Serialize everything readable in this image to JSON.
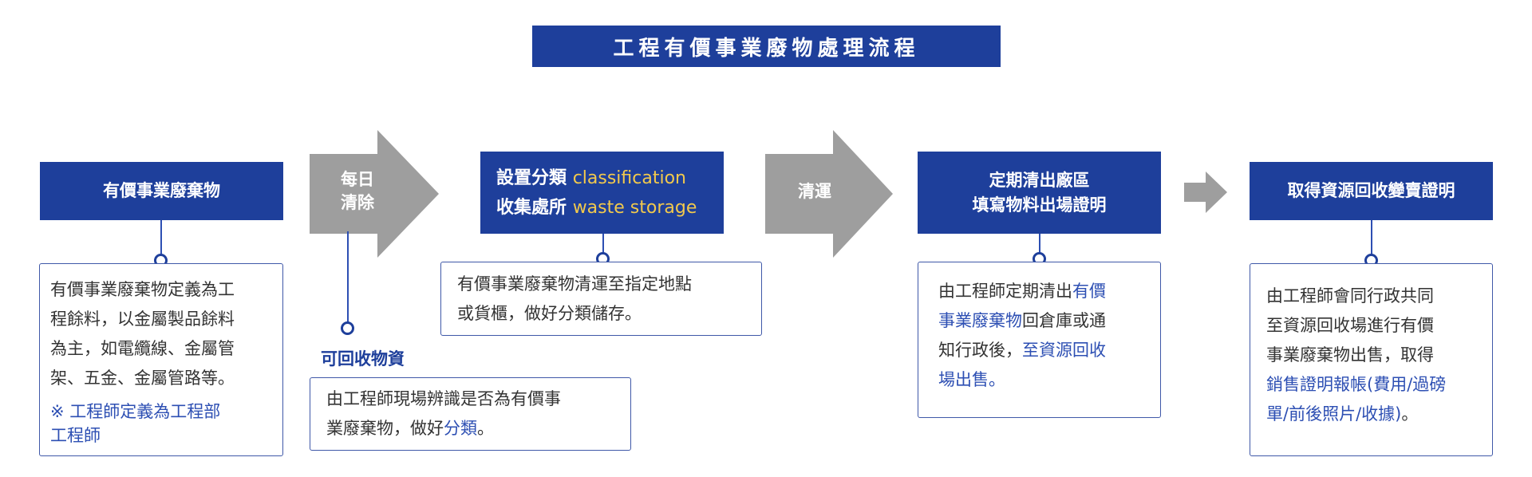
{
  "title": "工程有價事業廢物處理流程",
  "colors": {
    "primary": "#1e3f9b",
    "arrow_gray": "#9e9e9e",
    "accent_yellow": "#f2c94c",
    "link_blue": "#2d4fb3"
  },
  "steps": [
    {
      "header": "有價事業廢棄物",
      "desc_lines": [
        "有價事業廢棄物定義為工",
        "程餘料，以金屬製品餘料",
        "為主，如電纜線、金屬管",
        "架、五金、金屬管路等。"
      ],
      "note_lines": [
        "※ 工程師定義為工程部",
        "工程師"
      ]
    },
    {
      "arrow_lines": [
        "每日",
        "清除"
      ],
      "sub_label": "可回收物資",
      "desc_line1": "由工程師現場辨識是否為有價事",
      "desc_line2_a": "業廢棄物，做好",
      "desc_line2_b": "分類",
      "desc_line2_c": "。"
    },
    {
      "header_line1_zh": "設置分類",
      "header_line1_en": "classification",
      "header_line2_zh": "收集處所",
      "header_line2_en": "waste storage",
      "desc_lines": [
        "有價事業廢棄物清運至指定地點",
        "或貨櫃，做好分類儲存。"
      ]
    },
    {
      "arrow_label": "清運"
    },
    {
      "header_lines": [
        "定期清出廠區",
        "填寫物料出場證明"
      ],
      "desc_l1a": "由工程師定期清出",
      "desc_l1b": "有價",
      "desc_l2a": "事業廢棄物",
      "desc_l2b": "回倉庫或通",
      "desc_l3a": "知行政後，",
      "desc_l3b": "至資源回收",
      "desc_l4": "場出售。"
    },
    {
      "header": "取得資源回收變賣證明",
      "desc_lines": [
        "由工程師會同行政共同",
        "至資源回收場進行有價",
        "事業廢棄物出售，取得"
      ],
      "desc_blue_lines": [
        "銷售證明報帳(費用/過磅",
        "單/前後照片/收據)"
      ],
      "desc_end": "。"
    }
  ]
}
